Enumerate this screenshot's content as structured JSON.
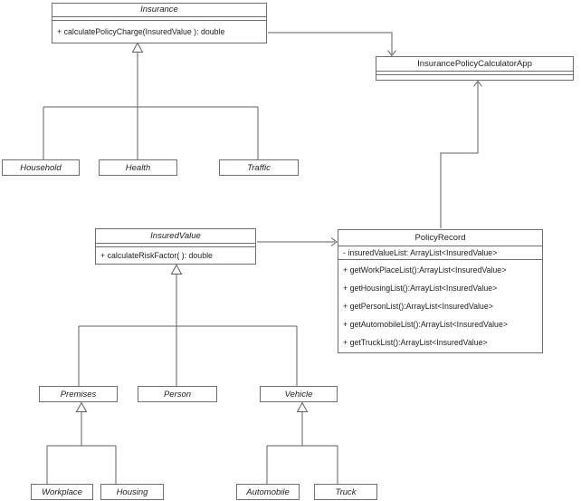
{
  "classes": {
    "insurance": {
      "name": "Insurance",
      "methods": [
        "+ calculatePolicyCharge(InsuredValue ): double"
      ]
    },
    "app": {
      "name": "InsurancePolicyCalculatorApp"
    },
    "household": {
      "name": "Household"
    },
    "health": {
      "name": "Health"
    },
    "traffic": {
      "name": "Traffic"
    },
    "insuredValue": {
      "name": "InsuredValue",
      "methods": [
        "+ calculateRiskFactor( ): double"
      ]
    },
    "policyRecord": {
      "name": "PolicyRecord",
      "attributes": [
        "- insuredValueList: ArrayList<InsuredValue>"
      ],
      "methods": [
        "+ getWorkPlaceList():ArrayList<InsuredValue>",
        "+ getHousingList():ArrayList<InsuredValue>",
        "+ getPersonList():ArrayList<InsuredValue>",
        "+ getAutomobileList():ArrayList<InsuredValue>",
        "+ getTruckList():ArrayList<InsuredValue>"
      ]
    },
    "premises": {
      "name": "Premises"
    },
    "person": {
      "name": "Person"
    },
    "vehicle": {
      "name": "Vehicle"
    },
    "workplace": {
      "name": "Workplace"
    },
    "housing": {
      "name": "Housing"
    },
    "automobile": {
      "name": "Automobile"
    },
    "truck": {
      "name": "Truck"
    }
  },
  "edges": [
    {
      "from": "Household",
      "to": "Insurance",
      "type": "generalization"
    },
    {
      "from": "Health",
      "to": "Insurance",
      "type": "generalization"
    },
    {
      "from": "Traffic",
      "to": "Insurance",
      "type": "generalization"
    },
    {
      "from": "Insurance",
      "to": "InsurancePolicyCalculatorApp",
      "type": "directed-association"
    },
    {
      "from": "PolicyRecord",
      "to": "InsurancePolicyCalculatorApp",
      "type": "directed-association"
    },
    {
      "from": "InsuredValue",
      "to": "PolicyRecord",
      "type": "directed-association"
    },
    {
      "from": "Premises",
      "to": "InsuredValue",
      "type": "generalization"
    },
    {
      "from": "Person",
      "to": "InsuredValue",
      "type": "generalization"
    },
    {
      "from": "Vehicle",
      "to": "InsuredValue",
      "type": "generalization"
    },
    {
      "from": "Workplace",
      "to": "Premises",
      "type": "generalization"
    },
    {
      "from": "Housing",
      "to": "Premises",
      "type": "generalization"
    },
    {
      "from": "Automobile",
      "to": "Vehicle",
      "type": "generalization"
    },
    {
      "from": "Truck",
      "to": "Vehicle",
      "type": "generalization"
    }
  ],
  "colors": {
    "line": "#5f5f5f",
    "border": "#6f6f6f",
    "text": "#222222",
    "background": "#ffffff"
  }
}
